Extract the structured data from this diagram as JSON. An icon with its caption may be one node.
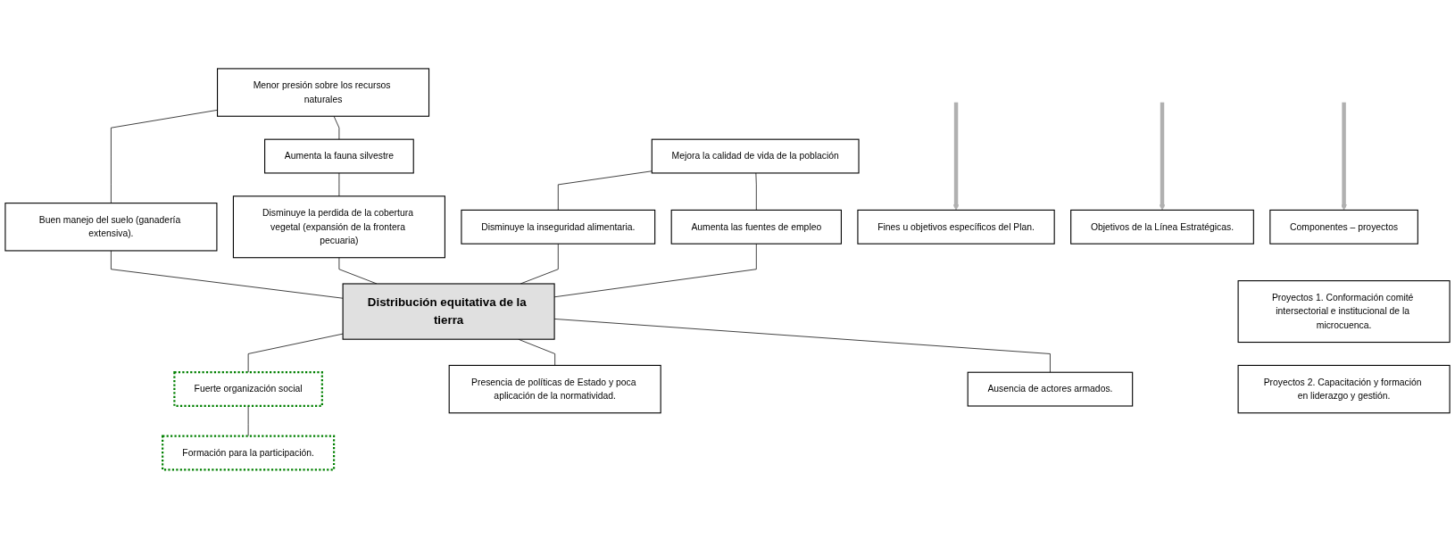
{
  "diagram": {
    "nodes": [
      {
        "text": [
          "Menor presión sobre los recursos naturales"
        ]
      },
      {
        "text": [
          "Aumenta la fauna silvestre"
        ]
      },
      {
        "text": [
          "Mejora la calidad de vida de la población"
        ]
      },
      {
        "text": [
          "Buen manejo del suelo (ganadería extensiva)."
        ]
      },
      {
        "text": [
          "Disminuye la perdida de la cobertura vegetal (expansión de la frontera pecuaria)"
        ]
      },
      {
        "text": [
          "Disminuye la inseguridad alimentaria."
        ]
      },
      {
        "text": [
          "Aumenta las fuentes de empleo"
        ]
      },
      {
        "text": [
          "Distribución equitativa de la tierra"
        ]
      },
      {
        "text": [
          "Fuerte organización social"
        ]
      },
      {
        "text": [
          "Presencia de políticas de Estado y poca aplicación de la normatividad."
        ]
      },
      {
        "text": [
          "Ausencia de actores armados."
        ]
      },
      {
        "text": [
          "Formación para la participación."
        ]
      },
      {
        "text": [
          "Fines u objetivos específicos del Plan."
        ]
      },
      {
        "text": [
          "Objetivos de la Línea Estratégicas."
        ]
      },
      {
        "text": [
          "Componentes – proyectos"
        ]
      },
      {
        "text": [
          "Proyectos 1. Conformación comité intersectorial e institucional de la microcuenca."
        ]
      },
      {
        "text": [
          "Proyectos 2. Capacitación y formación en liderazgo y gestión."
        ]
      }
    ],
    "edges": [
      {
        "from": 0,
        "to": 3,
        "arrow": "none"
      },
      {
        "from": 0,
        "to": 1,
        "arrow": "none"
      },
      {
        "from": 1,
        "to": 4,
        "arrow": "none"
      },
      {
        "from": 2,
        "to": 5,
        "arrow": "none"
      },
      {
        "from": 2,
        "to": 6,
        "arrow": "none"
      },
      {
        "from": 3,
        "to": 7,
        "arrow": "none"
      },
      {
        "from": 4,
        "to": 7,
        "arrow": "none"
      },
      {
        "from": 5,
        "to": 7,
        "arrow": "none"
      },
      {
        "from": 6,
        "to": 7,
        "arrow": "none"
      },
      {
        "from": 7,
        "to": 8,
        "arrow": "none"
      },
      {
        "from": 7,
        "to": 9,
        "arrow": "none"
      },
      {
        "from": 7,
        "to": 10,
        "arrow": "none"
      },
      {
        "from": 8,
        "to": 11,
        "arrow": "none"
      },
      {
        "from": null,
        "to": 12,
        "arrow": "to",
        "style": "thick",
        "color": "#b0b0b0"
      },
      {
        "from": null,
        "to": 13,
        "arrow": "to",
        "style": "thick",
        "color": "#b0b0b0"
      },
      {
        "from": null,
        "to": 14,
        "arrow": "to",
        "style": "thick",
        "color": "#b0b0b0"
      }
    ]
  }
}
